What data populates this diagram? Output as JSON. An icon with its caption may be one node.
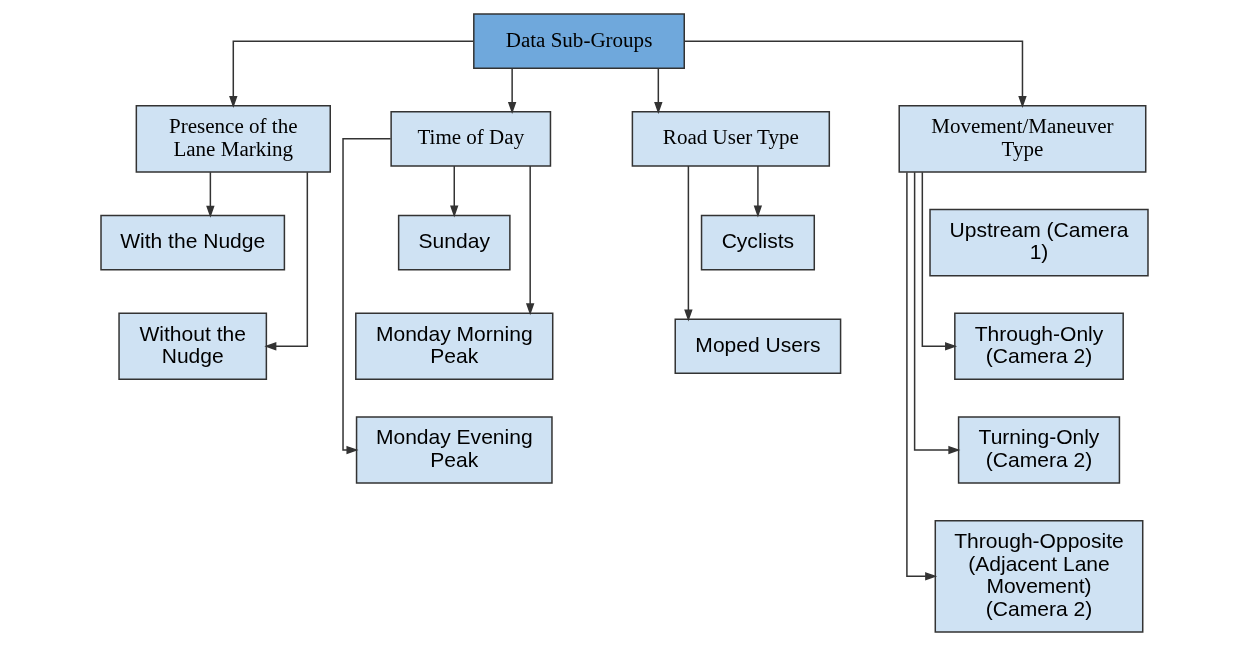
{
  "diagram": {
    "nodes": [
      {
        "text": [
          "Data Sub-Groups"
        ]
      },
      {
        "text": [
          "Presence of the Lane Marking"
        ]
      },
      {
        "text": [
          "Time of Day"
        ]
      },
      {
        "text": [
          "Road User Type"
        ]
      },
      {
        "text": [
          "Movement/Maneuver Type"
        ]
      },
      {
        "text": [
          "With the Nudge"
        ]
      },
      {
        "text": [
          "Without the Nudge"
        ]
      },
      {
        "text": [
          "Sunday"
        ]
      },
      {
        "text": [
          "Monday Morning Peak"
        ]
      },
      {
        "text": [
          "Monday Evening Peak"
        ]
      },
      {
        "text": [
          "Cyclists"
        ]
      },
      {
        "text": [
          "Moped Users"
        ]
      },
      {
        "text": [
          "Upstream (Camera 1)"
        ]
      },
      {
        "text": [
          "Through-Only (Camera 2)"
        ]
      },
      {
        "text": [
          "Turning-Only (Camera 2)"
        ]
      },
      {
        "text": [
          "Through-Opposite (Adjacent Lane Movement) (Camera 2)"
        ]
      }
    ],
    "edges": [
      {
        "from": 0,
        "to": 1,
        "arrow": "to"
      },
      {
        "from": 0,
        "to": 2,
        "arrow": "to"
      },
      {
        "from": 0,
        "to": 3,
        "arrow": "to"
      },
      {
        "from": 0,
        "to": 4,
        "arrow": "to"
      },
      {
        "from": 1,
        "to": 5,
        "arrow": "to"
      },
      {
        "from": 1,
        "to": 6,
        "arrow": "to"
      },
      {
        "from": 2,
        "to": 7,
        "arrow": "to"
      },
      {
        "from": 2,
        "to": 8,
        "arrow": "to"
      },
      {
        "from": 2,
        "to": 9,
        "arrow": "to"
      },
      {
        "from": 3,
        "to": 10,
        "arrow": "to"
      },
      {
        "from": 3,
        "to": 11,
        "arrow": "to"
      },
      {
        "from": 4,
        "to": 13,
        "arrow": "to"
      },
      {
        "from": 4,
        "to": 14,
        "arrow": "to"
      },
      {
        "from": 4,
        "to": 15,
        "arrow": "to"
      }
    ]
  }
}
